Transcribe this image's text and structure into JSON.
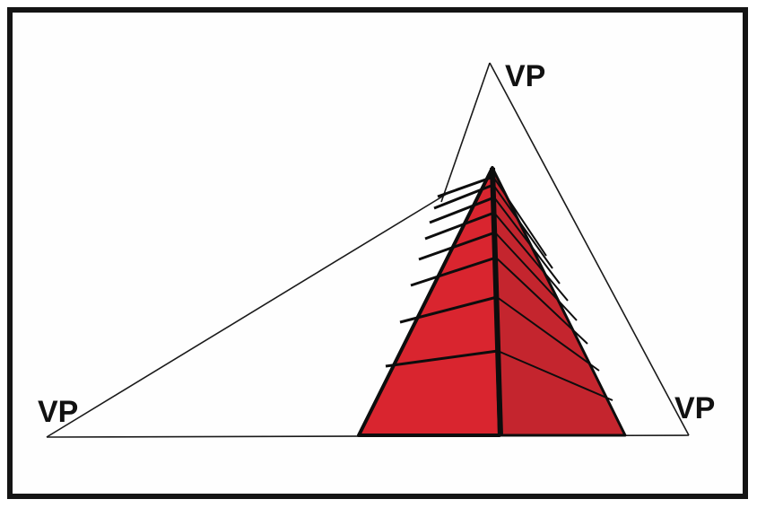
{
  "labels": {
    "vp_top": "VP",
    "vp_left": "VP",
    "vp_right": "VP"
  },
  "colors": {
    "border": "#141414",
    "line": "#1a1a1a",
    "face_left": "#d9252f",
    "face_right": "#c4252e",
    "edge": "#0d0d0d"
  }
}
